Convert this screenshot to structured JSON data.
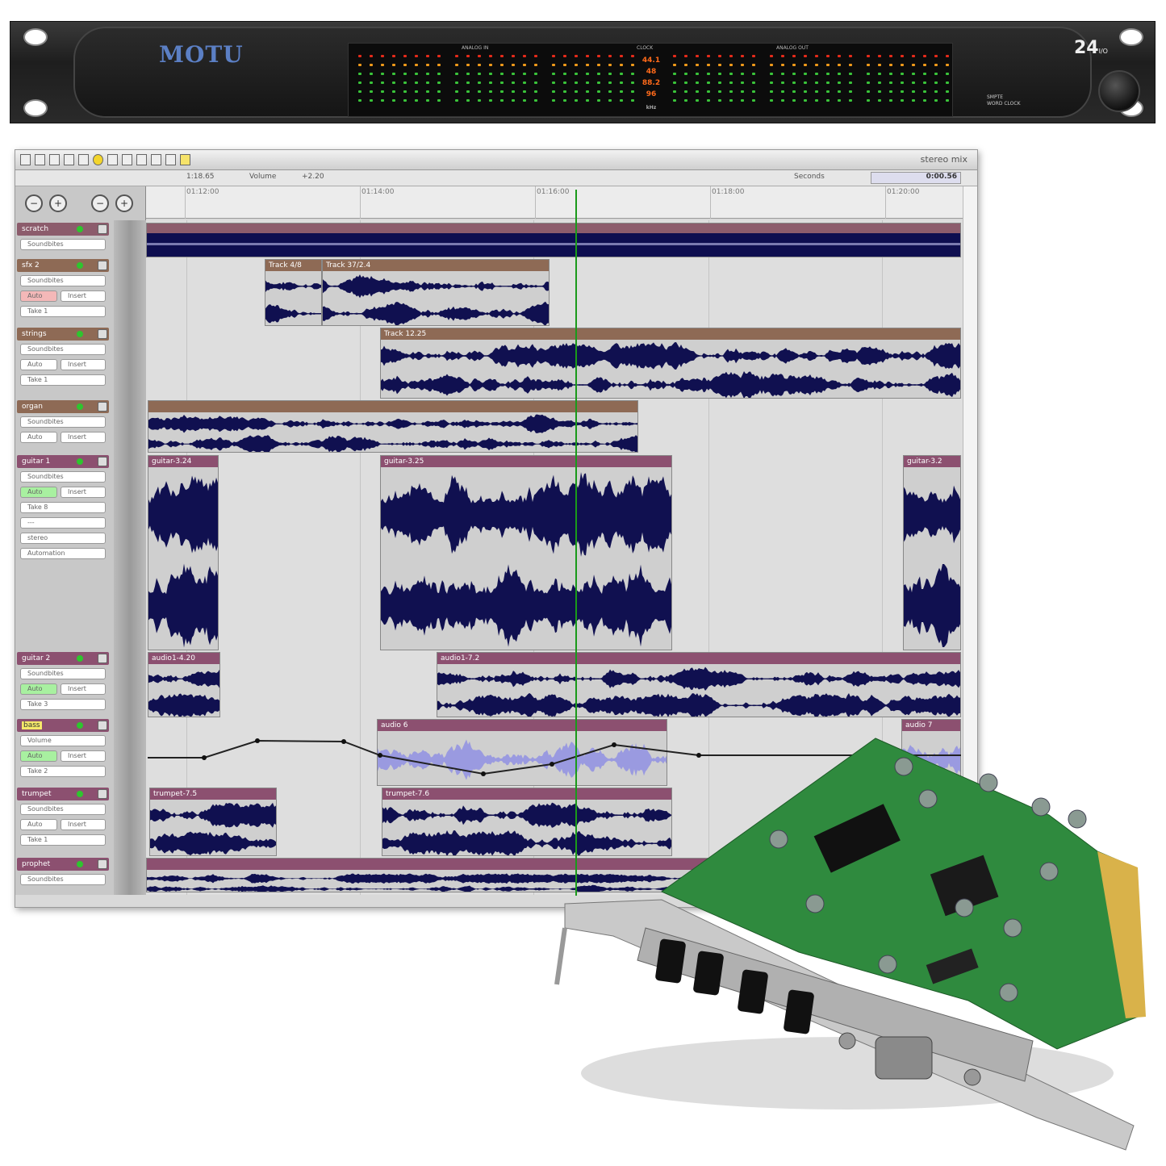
{
  "rack": {
    "brand": "MOTU",
    "model": "24",
    "model_suffix": "I/O",
    "analog_in_label": "ANALOG IN",
    "clock_label": "CLOCK",
    "analog_out_label": "ANALOG OUT",
    "clock_rates": [
      "44.1",
      "48",
      "88.2",
      "96"
    ],
    "clock_unit": "kHz",
    "in_channels": 24,
    "out_channels": 24,
    "badges": [
      "SMPTE",
      "WORD CLOCK"
    ]
  },
  "window": {
    "title": "stereo mix",
    "counter_left": "1:18.65",
    "counter_mode": "Volume",
    "counter_offset": "+2.20",
    "time_format": "Seconds",
    "time_readout": "0:00.56"
  },
  "ruler": {
    "labels": [
      "01:12:00",
      "01:14:00",
      "01:16:00",
      "01:18:00",
      "01:20:00"
    ]
  },
  "tracks": [
    {
      "name": "scratch",
      "color": "#8c5c6c",
      "fields": [
        "Soundbites"
      ],
      "clips": [
        {
          "label": "",
          "kind": "solid"
        }
      ]
    },
    {
      "name": "sfx 2",
      "color": "#8e6a55",
      "fields": [
        "Soundbites",
        "Auto|Insert",
        "Take 1"
      ],
      "auto_color": "#f4b8b8",
      "clips": [
        {
          "label": "Track 4/8"
        },
        {
          "label": "Track 37/2.4"
        }
      ]
    },
    {
      "name": "strings",
      "color": "#8e6a55",
      "fields": [
        "Soundbites",
        "Auto|Insert",
        "Take 1"
      ],
      "clips": [
        {
          "label": "Track 12.25"
        }
      ]
    },
    {
      "name": "organ",
      "color": "#8e6a55",
      "fields": [
        "Soundbites",
        "Auto|Insert"
      ],
      "clips": [
        {
          "label": ""
        }
      ]
    },
    {
      "name": "guitar 1",
      "color": "#8c5070",
      "fields": [
        "Soundbites",
        "Auto|Insert",
        "Take 8",
        "---",
        "stereo",
        "Automation"
      ],
      "auto_color": "#a8f0a0",
      "clips": [
        {
          "label": "guitar-3.24"
        },
        {
          "label": "guitar-3.25"
        },
        {
          "label": "guitar-3.2"
        }
      ]
    },
    {
      "name": "guitar 2",
      "color": "#8c5070",
      "fields": [
        "Soundbites",
        "Auto|Insert",
        "Take 3"
      ],
      "auto_color": "#a8f0a0",
      "clips": [
        {
          "label": "audio1-4.20"
        },
        {
          "label": "audio1-7.2"
        }
      ]
    },
    {
      "name": "bass",
      "color": "#8c5070",
      "fields": [
        "Volume",
        "Auto|Insert",
        "Take 2"
      ],
      "auto_color": "#a8f0a0",
      "highlight": "#f6e96a",
      "clips": [
        {
          "label": "audio 6"
        },
        {
          "label": "audio 7"
        }
      ]
    },
    {
      "name": "trumpet",
      "color": "#8c5070",
      "fields": [
        "Soundbites",
        "Auto|Insert",
        "Take 1"
      ],
      "clips": [
        {
          "label": "trumpet-7.5"
        },
        {
          "label": "trumpet-7.6"
        }
      ]
    },
    {
      "name": "prophet",
      "color": "#8c5070",
      "fields": [
        "Soundbites"
      ],
      "clips": [
        {
          "label": ""
        }
      ]
    }
  ],
  "colors": {
    "waveform": "#101050",
    "waveform_light": "#9a9ae0",
    "playhead": "#1a9a1a",
    "pcb": "#2f8a3e"
  }
}
